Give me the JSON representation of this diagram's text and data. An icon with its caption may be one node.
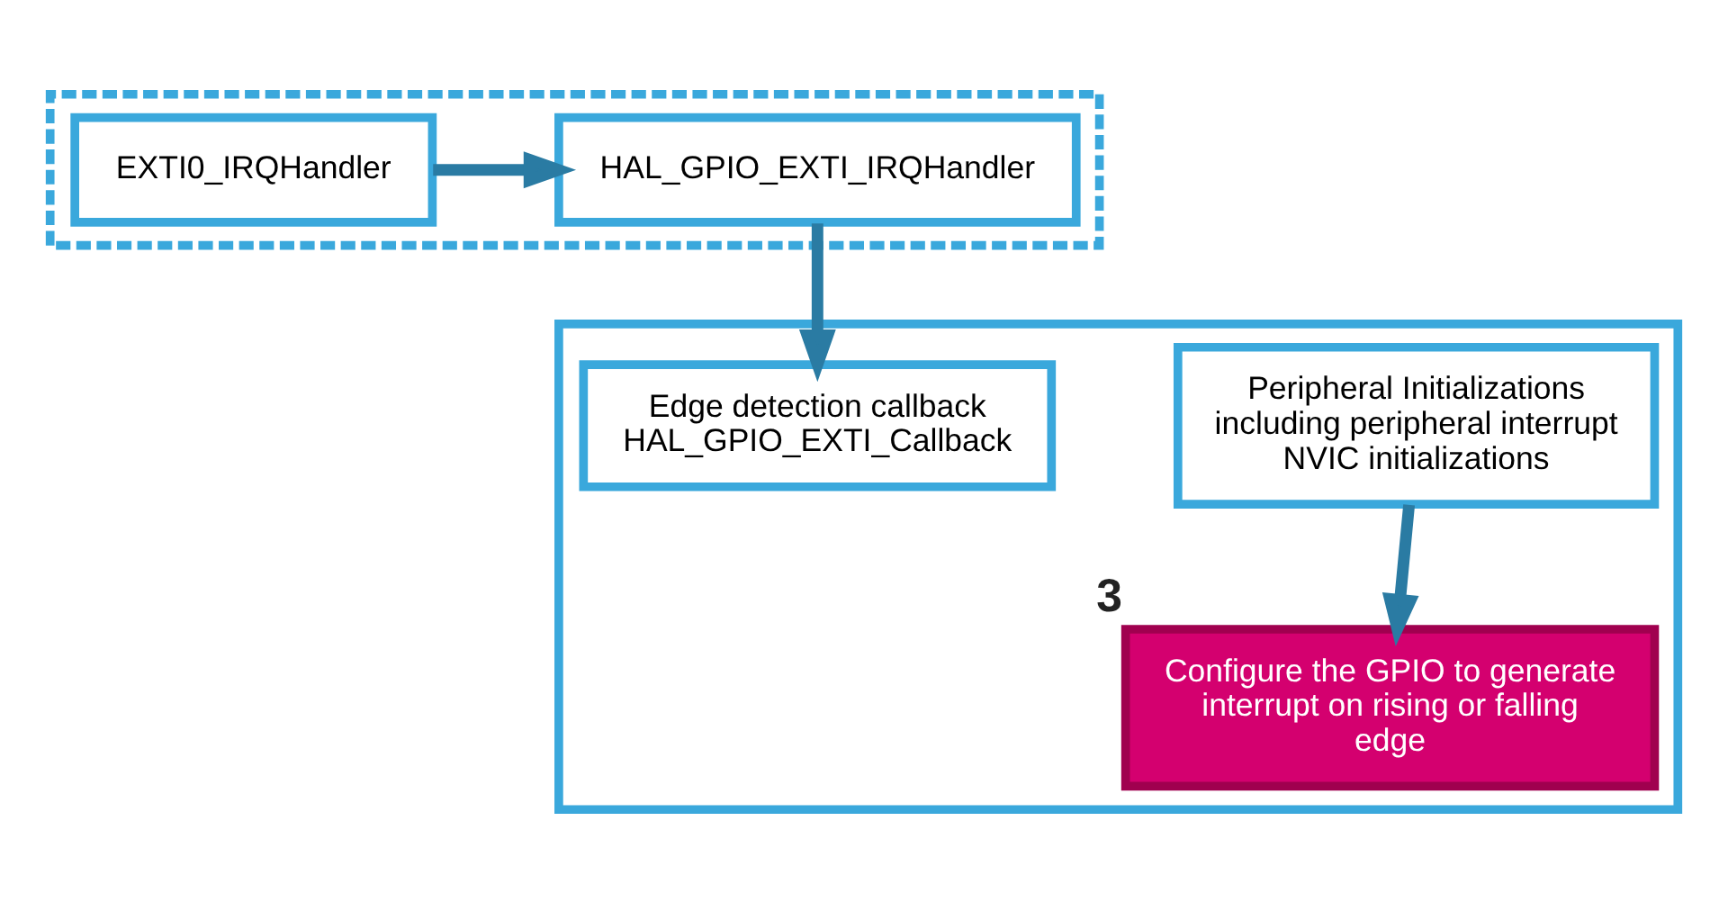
{
  "diagram": {
    "nodes": [
      {
        "text": [],
        "shape": "box"
      },
      {
        "text": [],
        "shape": "box"
      },
      {
        "text": [
          "Peripheral Initializations including peripheral interrupt NVIC initializations"
        ],
        "in": 0
      },
      {
        "text": [
          "Configure the GPIO to generate interrupt on rising or falling edge"
        ],
        "in": 0,
        "beside": [
          "3"
        ]
      },
      {
        "text": [
          "Edge detection callback HAL_GPIO_EXTI_Callback"
        ],
        "in": 0
      },
      {
        "text": [
          "HAL_GPIO_EXTI_IRQHandler"
        ],
        "in": 1
      },
      {
        "text": [
          "EXTI0_IRQHandler"
        ],
        "in": 1
      }
    ],
    "edges": [
      {
        "from": 2,
        "to": 3,
        "arrow": "to"
      },
      {
        "from": 6,
        "to": 5,
        "arrow": "to"
      },
      {
        "from": 5,
        "to": 4,
        "arrow": "to"
      }
    ]
  }
}
